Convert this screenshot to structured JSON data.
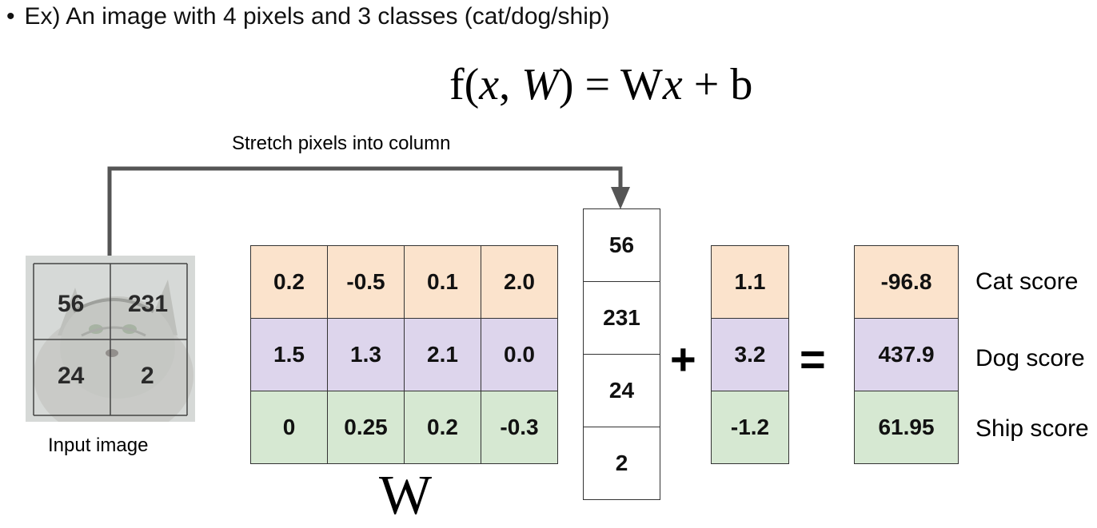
{
  "heading": {
    "bullet": "•",
    "text": "Ex) An image with 4 pixels and 3 classes (cat/dog/ship)"
  },
  "equation": {
    "f": "f(",
    "x": "x",
    "comma": ", ",
    "W": "W",
    "rest": ") = W",
    "x2": "x",
    "tail": " + b"
  },
  "stretch_label": "Stretch pixels into column",
  "input_image": {
    "label": "Input image",
    "pixels": [
      "56",
      "231",
      "24",
      "2"
    ]
  },
  "weight_matrix": {
    "label": "W",
    "rows": [
      [
        "0.2",
        "-0.5",
        "0.1",
        "2.0"
      ],
      [
        "1.5",
        "1.3",
        "2.1",
        "0.0"
      ],
      [
        "0",
        "0.25",
        "0.2",
        "-0.3"
      ]
    ]
  },
  "x_vector": [
    "56",
    "231",
    "24",
    "2"
  ],
  "plus_sign": "+",
  "bias_vector": [
    "1.1",
    "3.2",
    "-1.2"
  ],
  "equals_sign": "=",
  "scores": [
    "-96.8",
    "437.9",
    "61.95"
  ],
  "score_labels": [
    "Cat score",
    "Dog score",
    "Ship score"
  ],
  "colors": {
    "cat_row": "#fbe3cc",
    "dog_row": "#ddd5ec",
    "ship_row": "#d6e8d2",
    "arrow": "#555555"
  }
}
